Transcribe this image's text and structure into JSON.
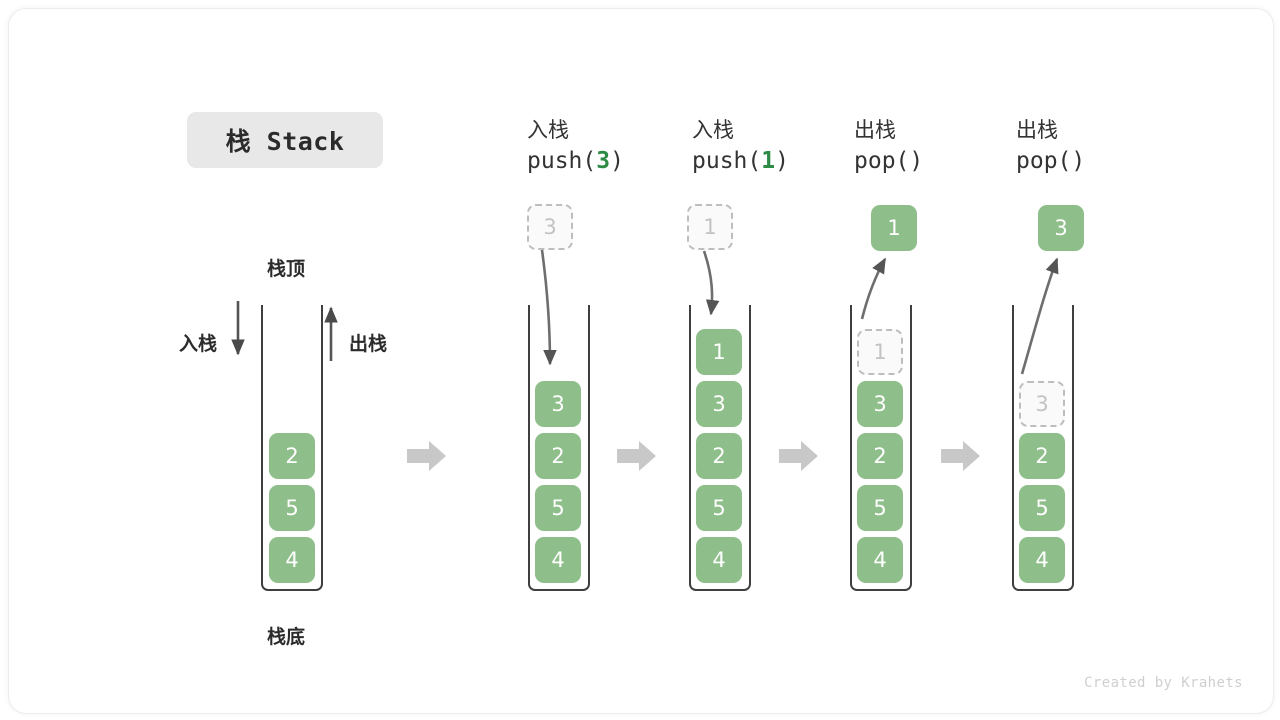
{
  "title": {
    "text": "栈 Stack"
  },
  "colors": {
    "cell_fill": "#8ebe89",
    "cell_text": "#ffffff",
    "ghost_border": "#bdbdbd",
    "ghost_text": "#c3c3c3",
    "accent_green": "#2e8b46",
    "arrow_gray": "#c8c8c8",
    "line_arrow": "#555555",
    "container_stroke": "#3f3f3f",
    "chip_bg": "#e8e8e8"
  },
  "legend": {
    "top_label": "栈顶",
    "bottom_label": "栈底",
    "push_label": "入栈",
    "pop_label": "出栈"
  },
  "stages": [
    {
      "id": "initial",
      "header_cjk": "",
      "header_code": "",
      "header_arg": "",
      "incoming": null,
      "outgoing": null,
      "cells": [
        {
          "value": "2",
          "state": "solid"
        },
        {
          "value": "5",
          "state": "solid"
        },
        {
          "value": "4",
          "state": "solid"
        }
      ]
    },
    {
      "id": "push-3",
      "header_cjk": "入栈",
      "header_code_prefix": "push(",
      "header_arg": "3",
      "header_code_suffix": ")",
      "floating": {
        "value": "3",
        "state": "ghost"
      },
      "cells": [
        {
          "value": "3",
          "state": "solid"
        },
        {
          "value": "2",
          "state": "solid"
        },
        {
          "value": "5",
          "state": "solid"
        },
        {
          "value": "4",
          "state": "solid"
        }
      ]
    },
    {
      "id": "push-1",
      "header_cjk": "入栈",
      "header_code_prefix": "push(",
      "header_arg": "1",
      "header_code_suffix": ")",
      "floating": {
        "value": "1",
        "state": "ghost"
      },
      "cells": [
        {
          "value": "1",
          "state": "solid"
        },
        {
          "value": "3",
          "state": "solid"
        },
        {
          "value": "2",
          "state": "solid"
        },
        {
          "value": "5",
          "state": "solid"
        },
        {
          "value": "4",
          "state": "solid"
        }
      ]
    },
    {
      "id": "pop-1",
      "header_cjk": "出栈",
      "header_code_prefix": "pop(",
      "header_arg": "",
      "header_code_suffix": ")",
      "floating": {
        "value": "1",
        "state": "solid"
      },
      "cells": [
        {
          "value": "1",
          "state": "ghost"
        },
        {
          "value": "3",
          "state": "solid"
        },
        {
          "value": "2",
          "state": "solid"
        },
        {
          "value": "5",
          "state": "solid"
        },
        {
          "value": "4",
          "state": "solid"
        }
      ]
    },
    {
      "id": "pop-3",
      "header_cjk": "出栈",
      "header_code_prefix": "pop(",
      "header_arg": "",
      "header_code_suffix": ")",
      "floating": {
        "value": "3",
        "state": "solid"
      },
      "cells": [
        {
          "value": "3",
          "state": "ghost"
        },
        {
          "value": "2",
          "state": "solid"
        },
        {
          "value": "5",
          "state": "solid"
        },
        {
          "value": "4",
          "state": "solid"
        }
      ]
    }
  ],
  "credit": "Created by Krahets"
}
